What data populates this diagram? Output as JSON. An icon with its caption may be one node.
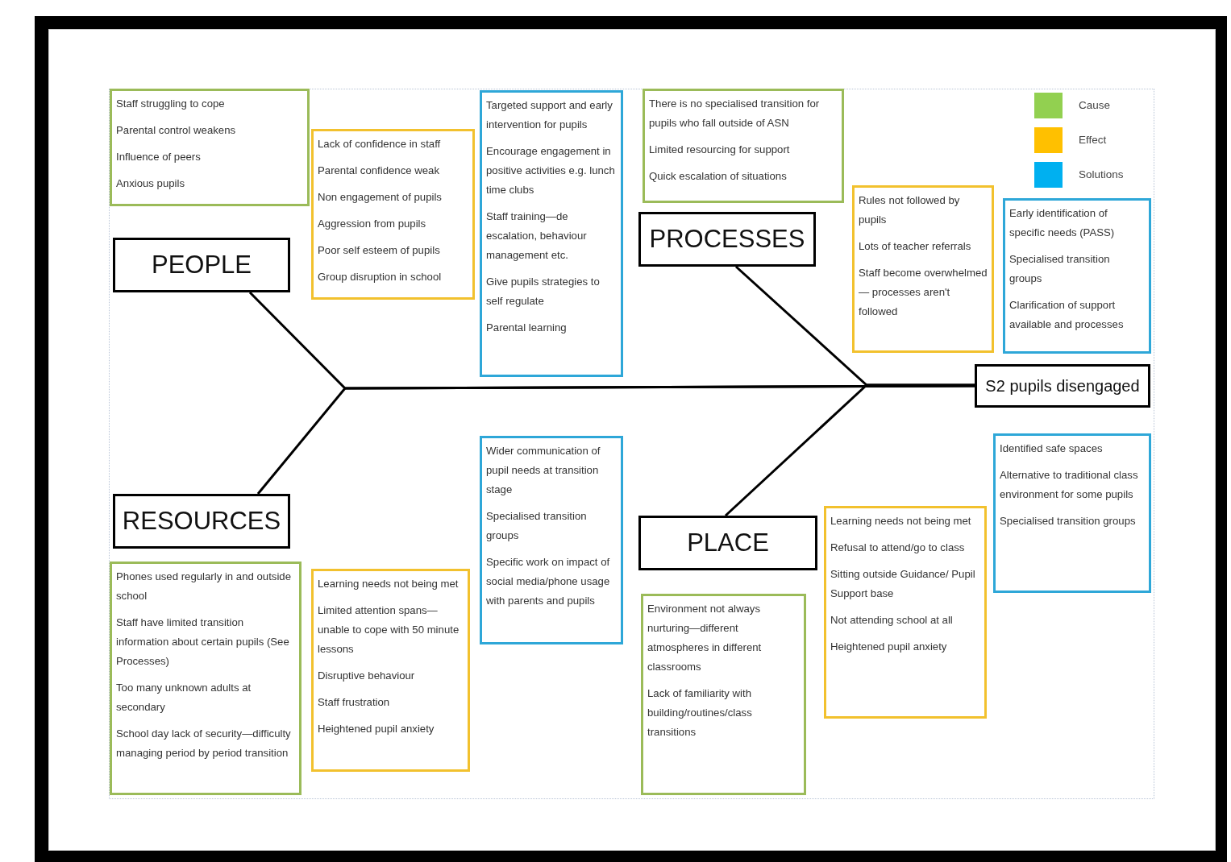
{
  "diagram": {
    "nodes": [
      {
        "text": [
          "PEOPLE"
        ]
      },
      {
        "text": [
          "PROCESSES"
        ]
      },
      {
        "text": [
          "RESOURCES"
        ]
      },
      {
        "text": [
          "PLACE"
        ]
      },
      {
        "text": [
          "S2 pupils disengaged"
        ]
      },
      {
        "text": [
          "Staff struggling to cope",
          "Parental control weakens",
          "Influence of peers",
          "Anxious pupils"
        ]
      },
      {
        "text": [
          "Lack of confidence in staff",
          "Parental confidence weak",
          "Non engagement of pupils",
          "Aggression from pupils",
          "Poor self esteem of pupils",
          "Group disruption in school"
        ]
      },
      {
        "text": [
          "Targeted support and early intervention for pupils",
          "Encourage engagement in positive activities e.g. lunch time clubs",
          "Staff training—de escalation, behaviour management etc.",
          "Give pupils strategies to self regulate",
          "Parental learning"
        ]
      },
      {
        "text": [
          "There is no specialised transition for pupils who fall outside of ASN",
          "Limited resourcing for support",
          "Quick escalation of situations"
        ]
      },
      {
        "text": [
          "Rules not followed by pupils",
          "Lots of teacher referrals",
          "Staff become overwhelmed— processes aren't followed"
        ]
      },
      {
        "text": [
          "Early identification of specific needs (PASS)",
          "Specialised transition groups",
          "Clarification of support available and processes"
        ]
      },
      {
        "text": [
          "Phones used regularly in and outside school",
          "Staff have limited transition information about certain pupils (See Processes)",
          "Too many unknown adults at secondary",
          "School day lack of security—difficulty managing period by period transition"
        ]
      },
      {
        "text": [
          "Learning needs not being met",
          "Limited attention spans—unable to cope with 50 minute lessons",
          "Disruptive behaviour",
          "Staff frustration",
          "Heightened pupil anxiety"
        ]
      },
      {
        "text": [
          "Wider communication of pupil needs at transition stage",
          "Specialised transition groups",
          "Specific work on impact of social media/phone usage with parents and pupils"
        ]
      },
      {
        "text": [
          "Environment not always nurturing—different atmospheres in different classrooms",
          "Lack of familiarity with building/routines/class transitions"
        ]
      },
      {
        "text": [
          "Learning needs not being met",
          "Refusal to attend/go to class",
          "Sitting outside Guidance/ Pupil Support base",
          "Not attending school at all",
          "Heightened pupil anxiety"
        ]
      },
      {
        "text": [
          "Identified safe spaces",
          "Alternative to traditional class environment for some pupils",
          "Specialised transition groups"
        ]
      }
    ],
    "edges": [
      {
        "from": 0,
        "to": 4,
        "arrow": "none"
      },
      {
        "from": 1,
        "to": 4,
        "arrow": "none"
      },
      {
        "from": 2,
        "to": 4,
        "arrow": "none"
      },
      {
        "from": 3,
        "to": 4,
        "arrow": "none"
      }
    ],
    "legend": [
      {
        "text": "Cause",
        "color": "#92d050"
      },
      {
        "text": "Effect",
        "color": "#ffc000"
      },
      {
        "text": "Solutions",
        "color": "#00b0f0"
      }
    ]
  }
}
